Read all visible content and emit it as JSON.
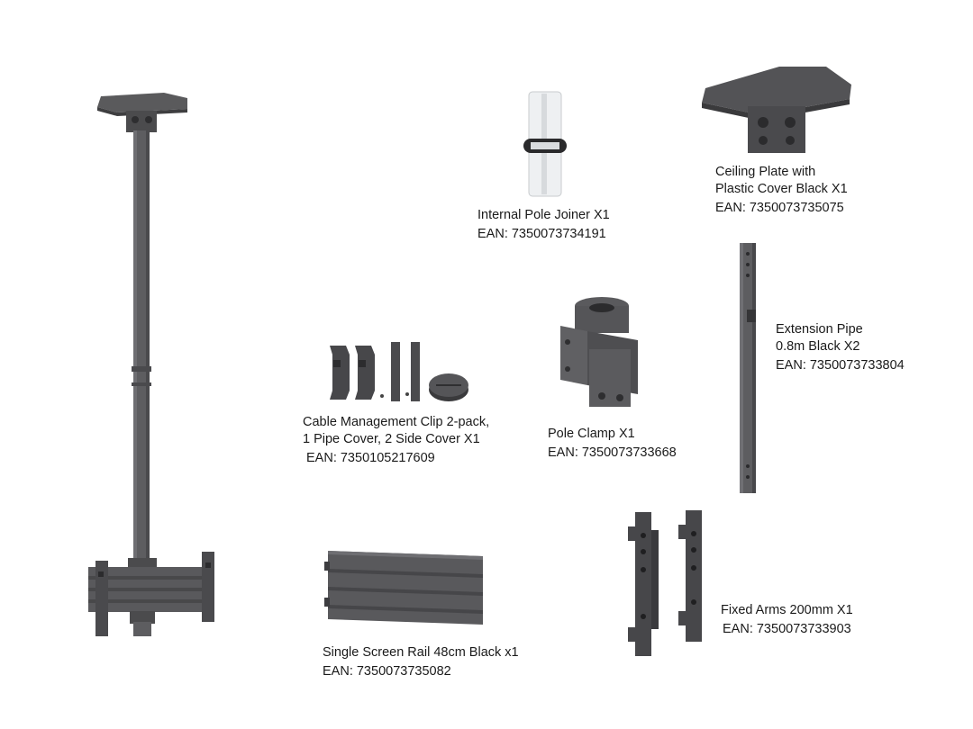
{
  "colors": {
    "background": "#ffffff",
    "part_dark": "#4a4a4c",
    "part_mid": "#5c5c5e",
    "part_light": "#77777a",
    "text": "#1a1a1a",
    "joiner": "#eef0f2"
  },
  "parts": [
    {
      "id": "internal-pole-joiner",
      "name": "Internal Pole Joiner X1",
      "ean": "EAN: 7350073734191",
      "icon": "pole-joiner-icon"
    },
    {
      "id": "ceiling-plate",
      "name_lines": [
        "Ceiling Plate with",
        "Plastic Cover Black X1"
      ],
      "ean": "EAN: 7350073735075",
      "icon": "ceiling-plate-icon"
    },
    {
      "id": "extension-pipe",
      "name_lines": [
        "Extension Pipe",
        "0.8m Black X2"
      ],
      "ean": "EAN: 7350073733804",
      "icon": "extension-pipe-icon"
    },
    {
      "id": "cable-management-clip",
      "name_lines": [
        "Cable Management Clip 2-pack,",
        "1 Pipe Cover, 2 Side Cover X1"
      ],
      "ean": "EAN: 7350105217609",
      "icon": "cable-clip-icon"
    },
    {
      "id": "pole-clamp",
      "name": "Pole Clamp X1",
      "ean": "EAN: 7350073733668",
      "icon": "pole-clamp-icon"
    },
    {
      "id": "fixed-arms",
      "name": "Fixed Arms 200mm X1",
      "ean": "EAN: 7350073733903",
      "icon": "fixed-arms-icon"
    },
    {
      "id": "screen-rail",
      "name": "Single Screen Rail 48cm Black x1",
      "ean": "EAN: 7350073735082",
      "icon": "screen-rail-icon"
    }
  ]
}
